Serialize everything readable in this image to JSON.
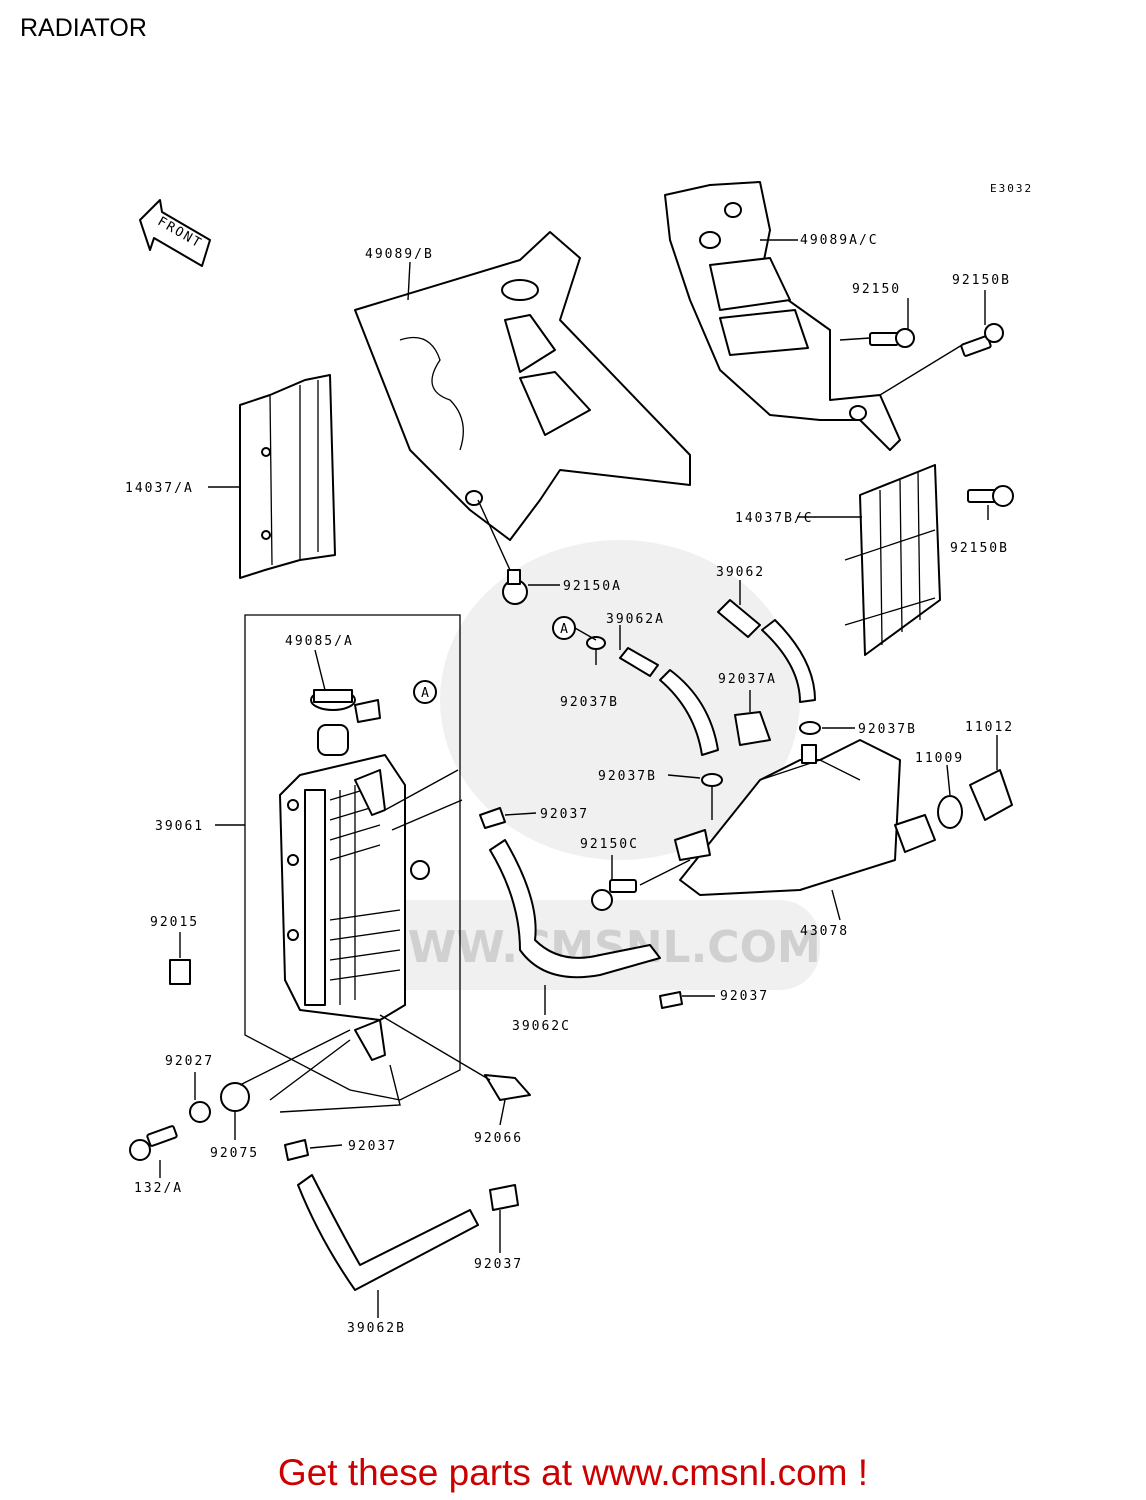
{
  "title": "RADIATOR",
  "diagram_code": "E3032",
  "front_label": "FRONT",
  "watermark": "WWW.CMSNL.COM",
  "footer": "Get these parts at www.cmsnl.com !",
  "labels": {
    "p49089b": "49089/B",
    "p49089ac": "49089A/C",
    "p92150": "92150",
    "p92150b_top": "92150B",
    "p14037a": "14037/A",
    "p14037bc": "14037B/C",
    "p92150b_side": "92150B",
    "p92150a": "92150A",
    "p39062": "39062",
    "p39062a": "39062A",
    "p49085a": "49085/A",
    "p92037b_a": "92037B",
    "p92037a": "92037A",
    "p92037b_b": "92037B",
    "p11012": "11012",
    "p11009": "11009",
    "p92037b_c": "92037B",
    "p39061": "39061",
    "p92037_a": "92037",
    "p92150c": "92150C",
    "p92015": "92015",
    "p43078": "43078",
    "p92037_b": "92037",
    "p39062c": "39062C",
    "p92027": "92027",
    "p92075": "92075",
    "p92037_c": "92037",
    "p92066": "92066",
    "p132a": "132/A",
    "p92037_d": "92037",
    "p39062b": "39062B",
    "ref_a1": "A",
    "ref_a2": "A"
  }
}
